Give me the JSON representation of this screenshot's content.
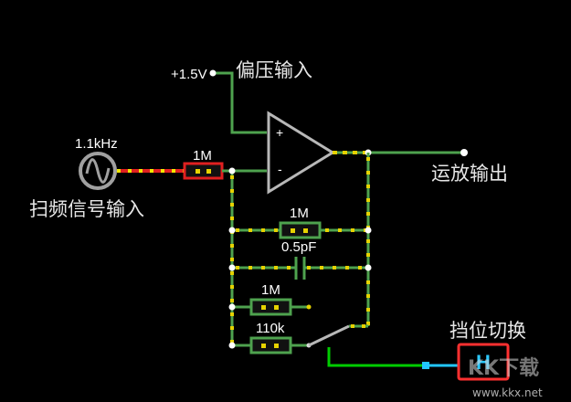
{
  "labels": {
    "supply": "+1.5V",
    "bias_input": "偏压输入",
    "frequency": "1.1kHz",
    "sweep_input": "扫频信号输入",
    "opamp_output": "运放输出",
    "range_switch": "挡位切换",
    "plus_sign": "+",
    "minus_sign": "-"
  },
  "components": {
    "r_input": "1M",
    "r_feedback_1": "1M",
    "cap_feedback": "0.5pF",
    "r_feedback_2": "1M",
    "r_feedback_3": "110k",
    "switch_state": "H"
  },
  "watermark": {
    "brand": "KK下载",
    "url": "www.kkx.net"
  },
  "colors": {
    "wire_idle": "#4ea24e",
    "wire_active": "#d4d400",
    "wire_signal": "#e02020",
    "wire_switch": "#00cc00",
    "wire_link": "#22c7ff",
    "switch_border": "#ff3030",
    "switch_text": "#2bc9ff"
  }
}
